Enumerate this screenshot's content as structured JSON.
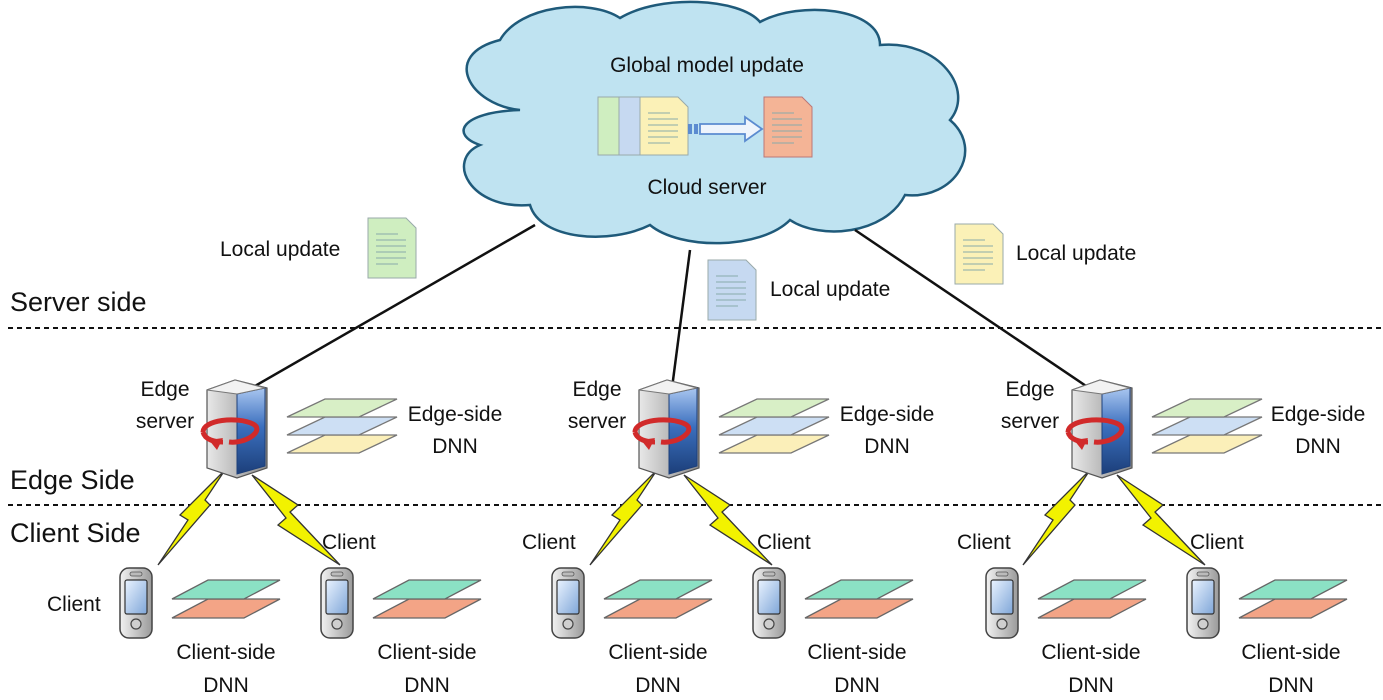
{
  "cloud": {
    "title": "Global model update",
    "label": "Cloud server"
  },
  "sections": {
    "server": "Server side",
    "edge": "Edge Side",
    "client": "Client Side"
  },
  "local_updates": [
    "Local update",
    "Local update",
    "Local update"
  ],
  "edge_groups": [
    {
      "server_label_1": "Edge",
      "server_label_2": "server",
      "dnn_label_1": "Edge-side",
      "dnn_label_2": "DNN",
      "clients": [
        {
          "label": "Client",
          "dnn_label_1": "Client-side",
          "dnn_label_2": "DNN"
        },
        {
          "label": "Client",
          "dnn_label_1": "Client-side",
          "dnn_label_2": "DNN"
        }
      ]
    },
    {
      "server_label_1": "Edge",
      "server_label_2": "server",
      "dnn_label_1": "Edge-side",
      "dnn_label_2": "DNN",
      "clients": [
        {
          "label": "Client",
          "dnn_label_1": "Client-side",
          "dnn_label_2": "DNN"
        },
        {
          "label": "Client",
          "dnn_label_1": "Client-side",
          "dnn_label_2": "DNN"
        }
      ]
    },
    {
      "server_label_1": "Edge",
      "server_label_2": "server",
      "dnn_label_1": "Edge-side",
      "dnn_label_2": "DNN",
      "clients": [
        {
          "label": "Client",
          "dnn_label_1": "Client-side",
          "dnn_label_2": "DNN"
        },
        {
          "label": "Client",
          "dnn_label_1": "Client-side",
          "dnn_label_2": "DNN"
        }
      ]
    }
  ],
  "colors": {
    "cloud_fill": "#bfe3f1",
    "cloud_stroke": "#1f5a7a",
    "doc_green": "#cfeec0",
    "doc_blue": "#c6d9f1",
    "doc_yellow": "#fbf1b7",
    "doc_orange": "#f4b496",
    "layer_green": "#d8efc6",
    "layer_blue": "#cddff4",
    "layer_yellow": "#fbefb9",
    "client_top": "#8be1c4",
    "client_bottom": "#f3a486",
    "lightning": "#f2f200",
    "server_blue": "#2f5fa6"
  }
}
